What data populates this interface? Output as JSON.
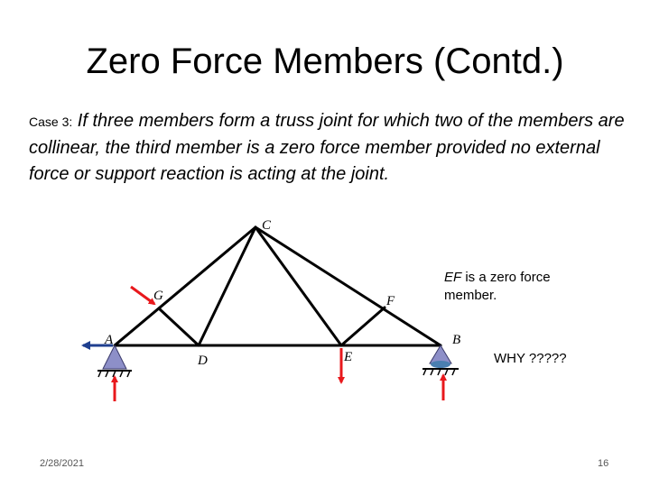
{
  "slide": {
    "title": "Zero Force Members (Contd.)",
    "case_label": "Case 3:",
    "case_text": " If three members form a truss joint for which two of the members are collinear, the third member is a zero force member provided no external force or support reaction is acting at the joint."
  },
  "diagram": {
    "labels": {
      "A": "A",
      "B": "B",
      "C": "C",
      "D": "D",
      "E": "E",
      "F": "F",
      "G": "G"
    },
    "colors": {
      "member": "#000000",
      "load": "#e8181c",
      "reaction": "#1f3f8f",
      "support": "#8d8fc8",
      "roller": "#4a7fb0"
    }
  },
  "note": {
    "em": "EF",
    "text": " is a zero force member."
  },
  "why": "WHY ?????",
  "footer": {
    "date": "2/28/2021",
    "page": "16"
  }
}
